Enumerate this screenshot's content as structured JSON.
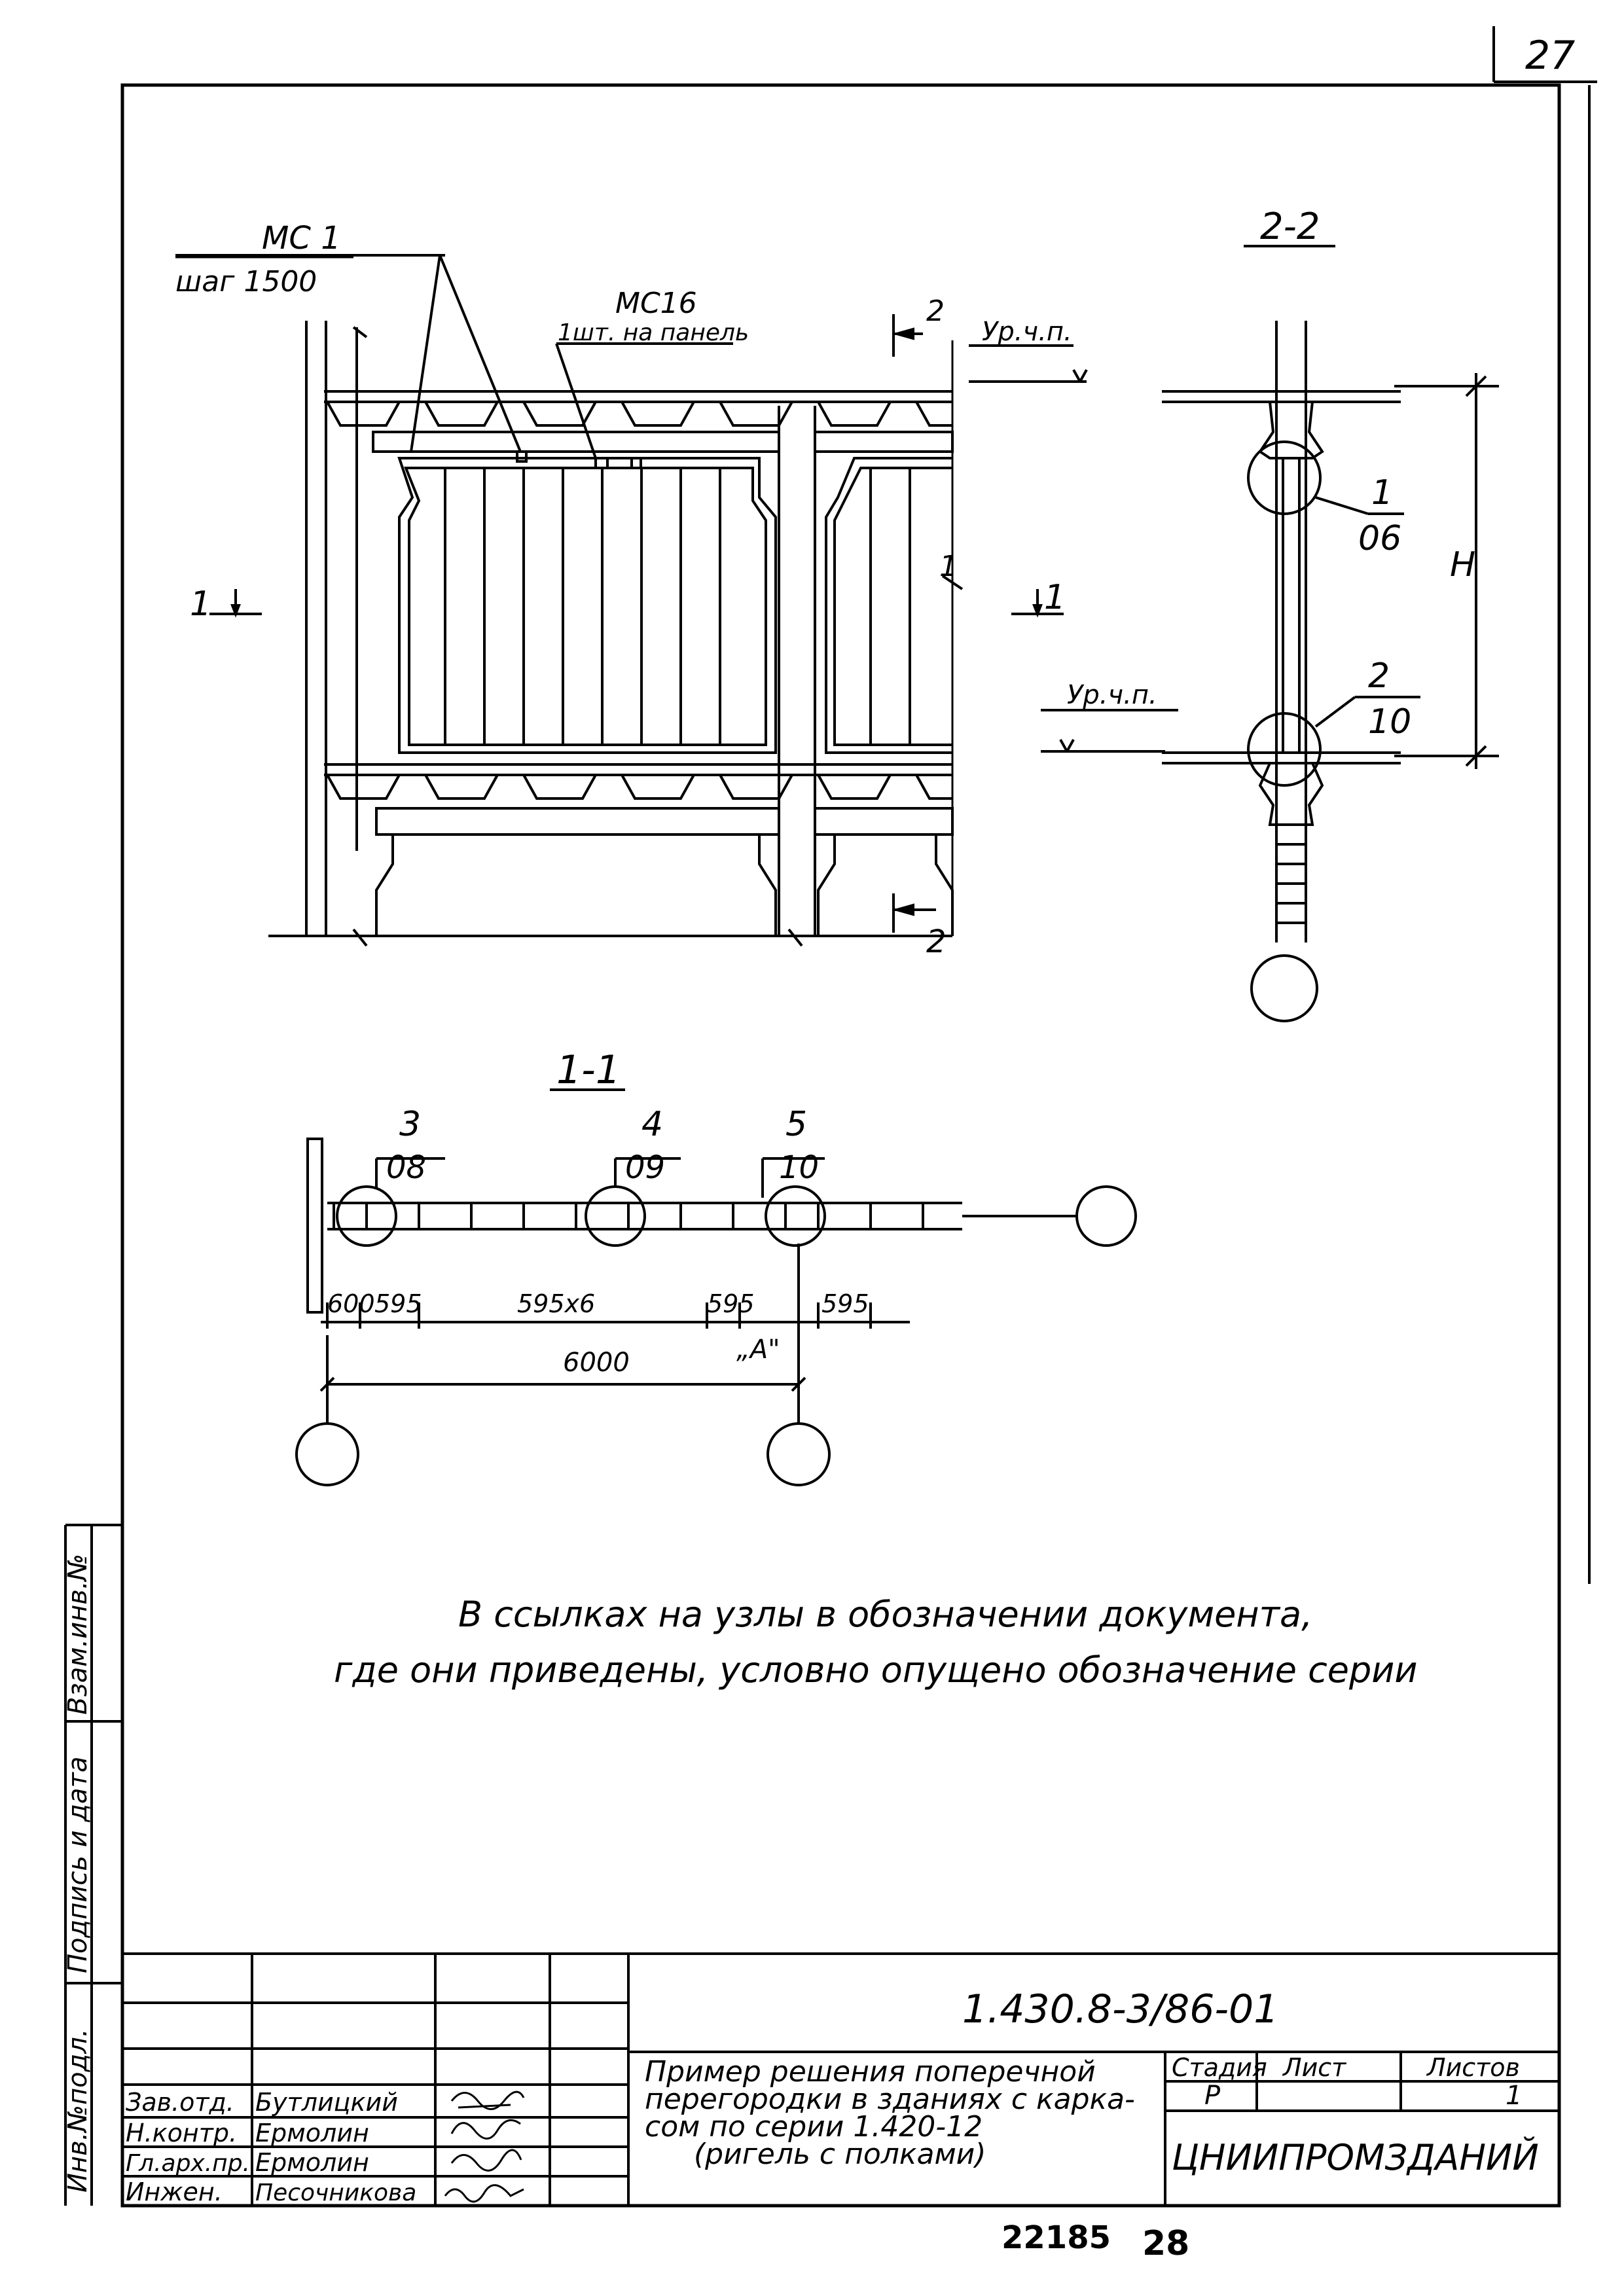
{
  "page_number": "27",
  "main_view": {
    "label_mc1": "МС 1",
    "label_step": "шаг 1500",
    "label_mc16": "МС16",
    "label_per_panel": "1шт. на панель",
    "section_mark_2_top": "2",
    "level_top": "Ур.ч.п.",
    "section_mark_1_left": "1",
    "section_mark_1_right": "1",
    "axis_1": "1",
    "section_mark_2_bottom": "2"
  },
  "section_2_2": {
    "title": "2-2",
    "node_1_num": "1",
    "node_1_sheet": "06",
    "dimension_h": "Н",
    "node_2_num": "2",
    "node_2_sheet": "10",
    "level_label": "Ур.ч.п."
  },
  "section_1_1": {
    "title": "1-1",
    "node_3_num": "3",
    "node_3_sheet": "08",
    "node_4_num": "4",
    "node_4_sheet": "09",
    "node_5_num": "5",
    "node_5_sheet": "10",
    "dim_600": "600",
    "dim_595a": "595",
    "dim_595x6": "595х6",
    "dim_595b": "595",
    "dim_595c": "595",
    "dim_6000": "6000",
    "axis_a": "„А\""
  },
  "note_line_1": "В ссылках на узлы в обозначении документа,",
  "note_line_2": "где они приведены, условно опущено обозначение серии",
  "side_stamp": {
    "inv_orig": "Инв.№подл.",
    "sign_date": "Подпись и дата",
    "inv_replace": "Взам.инв.№"
  },
  "title_block": {
    "doc_code": "1.430.8-3/86-01",
    "roles": [
      {
        "role": "Зав.отд.",
        "name": "Бутлицкий"
      },
      {
        "role": "Н.контр.",
        "name": "Ермолин"
      },
      {
        "role": "Гл.арх.пр.",
        "name": "Ермолин"
      },
      {
        "role": "Инжен.",
        "name": "Песочникова"
      }
    ],
    "description": [
      "Пример решения поперечной",
      "перегородки в зданиях с карка-",
      "сом по серии 1.420-12",
      "(ригель с полками)"
    ],
    "stage_header": "Стадия",
    "sheet_header": "Лист",
    "sheets_header": "Листов",
    "stage_value": "Р",
    "sheet_value": "",
    "sheets_value": "1",
    "organization": "ЦНИИПРОМЗДАНИЙ"
  },
  "footer": {
    "number": "22185",
    "copy": "28"
  }
}
